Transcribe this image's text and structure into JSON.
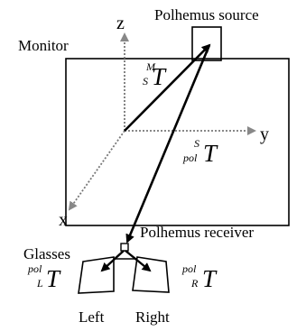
{
  "labels": {
    "polhemus_source": "Polhemus source",
    "monitor": "Monitor",
    "polhemus_receiver": "Polhemus receiver",
    "glasses": "Glasses",
    "left": "Left",
    "right": "Right"
  },
  "axes": {
    "z": "z",
    "y": "y",
    "x": "x"
  },
  "transforms": {
    "m_s": {
      "symbol": "T",
      "sup": "M",
      "sub": "S"
    },
    "s_pol": {
      "symbol": "T",
      "sup": "S",
      "sub": "pol"
    },
    "pol_l": {
      "symbol": "T",
      "sup": "pol",
      "sub": "L"
    },
    "pol_r": {
      "symbol": "T",
      "sup": "pol",
      "sub": "R"
    }
  }
}
